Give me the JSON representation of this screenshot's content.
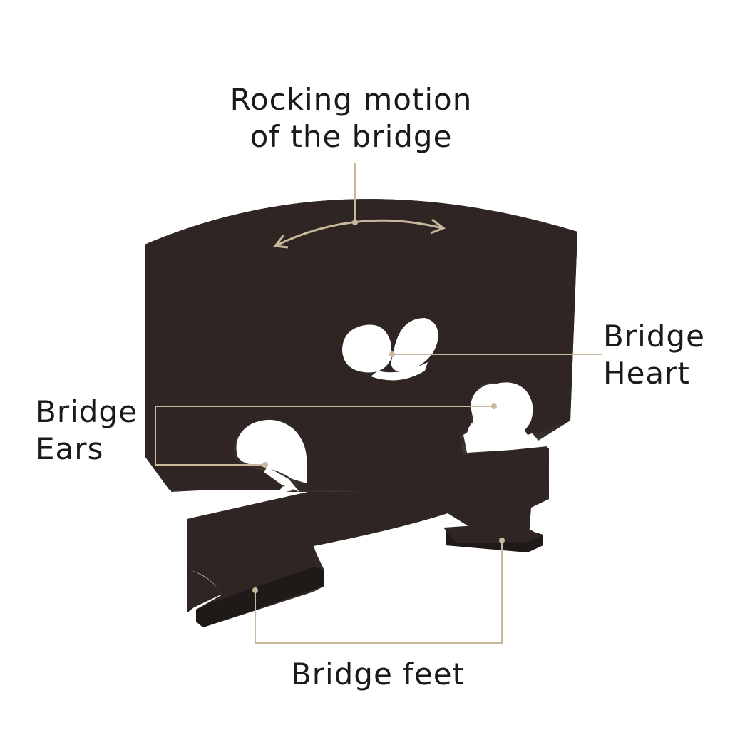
{
  "labels": {
    "rocking": {
      "line1": "Rocking motion",
      "line2": "of the bridge"
    },
    "heart": {
      "line1": "Bridge",
      "line2": "Heart"
    },
    "ears": {
      "line1": "Bridge",
      "line2": "Ears"
    },
    "feet": {
      "line1": "Bridge feet"
    }
  },
  "colors": {
    "wood": "#2f2624",
    "wood_dark": "#221b1a",
    "wood_light": "#3d3230",
    "leader": "#c8b89d",
    "arrow": "#c9b89e",
    "text": "#1a1a1a"
  }
}
